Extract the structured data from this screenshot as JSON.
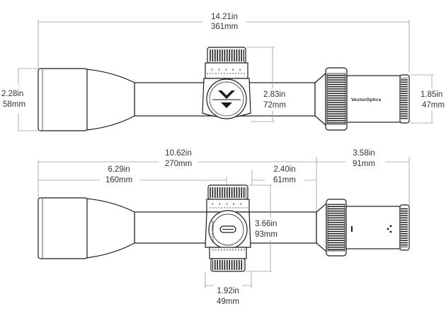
{
  "top_view": {
    "overall_length": {
      "inches": "14.21in",
      "mm": "361mm"
    },
    "objective_diameter": {
      "inches": "2.28in",
      "mm": "58mm"
    },
    "turret_height": {
      "inches": "2.83in",
      "mm": "72mm"
    },
    "eyepiece_diameter": {
      "inches": "1.85in",
      "mm": "47mm"
    },
    "brand": "VectorOptics",
    "turret_scale": [
      "2",
      "3",
      "4",
      "5",
      "6"
    ]
  },
  "bottom_view": {
    "tube_length": {
      "inches": "10.62in",
      "mm": "270mm"
    },
    "eyepiece_length": {
      "inches": "3.58in",
      "mm": "91mm"
    },
    "objective_to_turret": {
      "inches": "6.29in",
      "mm": "160mm"
    },
    "turret_offset": {
      "inches": "2.40in",
      "mm": "61mm"
    },
    "turret_width": {
      "inches": "3.66in",
      "mm": "93mm"
    },
    "turret_base": {
      "inches": "1.92in",
      "mm": "49mm"
    },
    "turret_scale": [
      "2",
      "3",
      "4",
      "5",
      "6"
    ],
    "turret_cap_engraving": "1CLICK=1/10MIL"
  }
}
